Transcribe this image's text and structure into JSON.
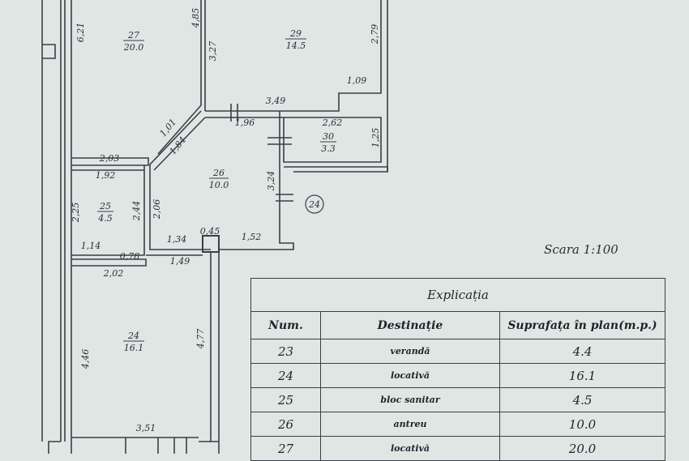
{
  "rooms": [
    {
      "num": "27",
      "area": "20.0"
    },
    {
      "num": "29",
      "area": "14.5"
    },
    {
      "num": "30",
      "area": "3.3"
    },
    {
      "num": "26",
      "area": "10.0"
    },
    {
      "num": "25",
      "area": "4.5"
    },
    {
      "num": "24",
      "area": "16.1"
    }
  ],
  "dimensions": [
    "6,21",
    "4,85",
    "3,27",
    "2,79",
    "1,09",
    "3,49",
    "1,96",
    "1,01",
    "1,84",
    "2,62",
    "1,25",
    "2,03",
    "1,92",
    "3,24",
    "2,25",
    "2,44",
    "2,06",
    "0,45",
    "1,34",
    "1,52",
    "1,14",
    "0,78",
    "1,49",
    "2,02",
    "4,46",
    "4,77",
    "3,51"
  ],
  "plan_ref": "24",
  "scale_label": "Scara 1:100",
  "legend": {
    "caption": "Explicația",
    "headers": {
      "num": "Num.",
      "dest": "Destinație",
      "area": "Suprafața în plan(m.p.)"
    },
    "rows": [
      {
        "num": "23",
        "dest": "verandă",
        "area": "4.4"
      },
      {
        "num": "24",
        "dest": "locativă",
        "area": "16.1"
      },
      {
        "num": "25",
        "dest": "bloc sanitar",
        "area": "4.5"
      },
      {
        "num": "26",
        "dest": "antreu",
        "area": "10.0"
      },
      {
        "num": "27",
        "dest": "locativă",
        "area": "20.0"
      }
    ]
  },
  "colors": {
    "paper": "#dfe6e4",
    "ink": "#2a2f35"
  }
}
